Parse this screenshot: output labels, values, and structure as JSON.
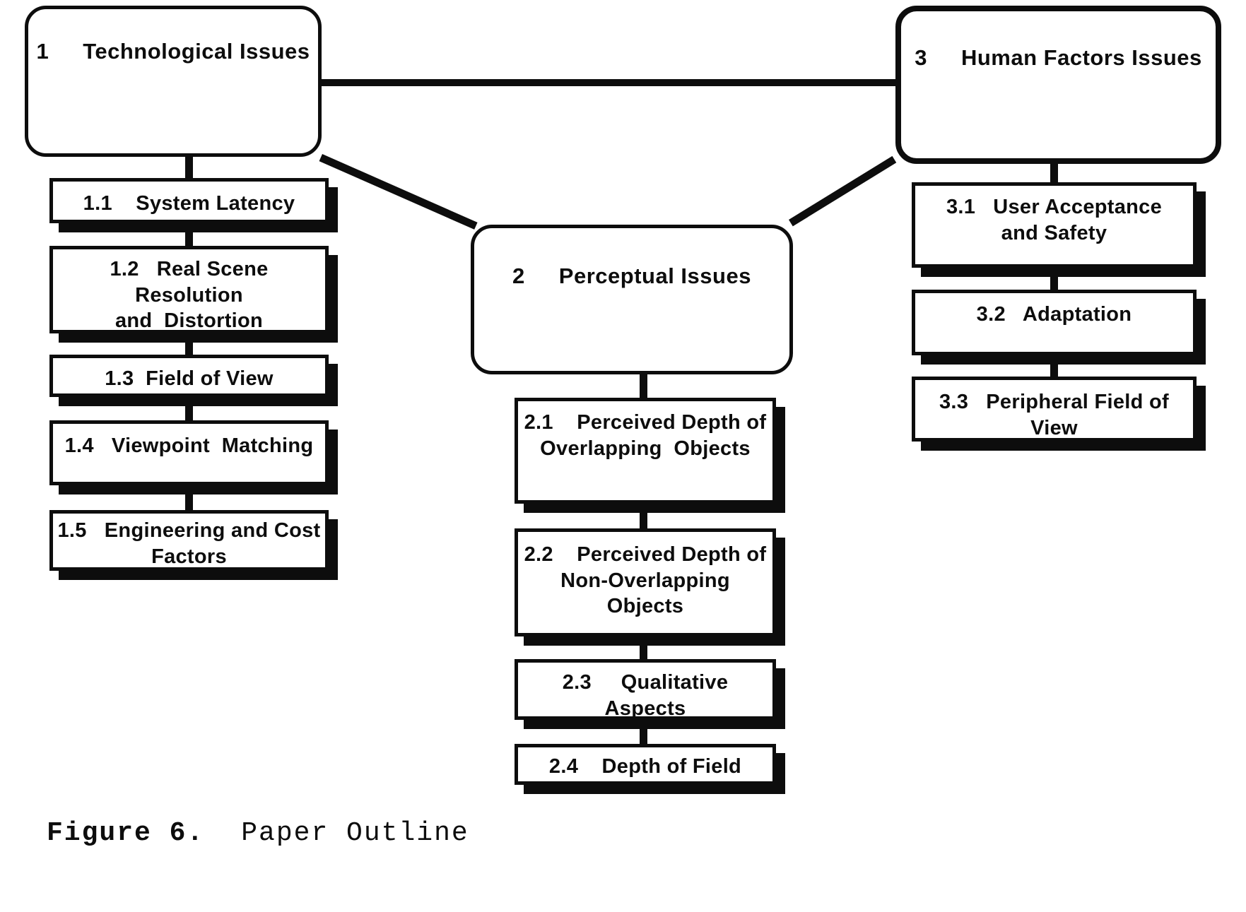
{
  "diagram": {
    "main": [
      {
        "num": "1",
        "title": "Technological Issues"
      },
      {
        "num": "2",
        "title": "Perceptual Issues"
      },
      {
        "num": "3",
        "title": "Human Factors Issues"
      }
    ],
    "sub": {
      "c1": [
        "1.1    System Latency",
        "1.2   Real Scene Resolution\nand  Distortion",
        "1.3  Field of View",
        "1.4   Viewpoint  Matching",
        "1.5   Engineering and Cost\nFactors"
      ],
      "c2": [
        "2.1    Perceived Depth of\nOverlapping  Objects",
        "2.2    Perceived Depth of\nNon-Overlapping  Objects",
        "2.3     Qualitative  Aspects",
        "2.4    Depth of Field"
      ],
      "c3": [
        "3.1   User Acceptance\nand Safety",
        "3.2   Adaptation",
        "3.3   Peripheral Field of\nView"
      ]
    }
  },
  "caption": {
    "label": "Figure 6.",
    "text": "Paper Outline"
  }
}
